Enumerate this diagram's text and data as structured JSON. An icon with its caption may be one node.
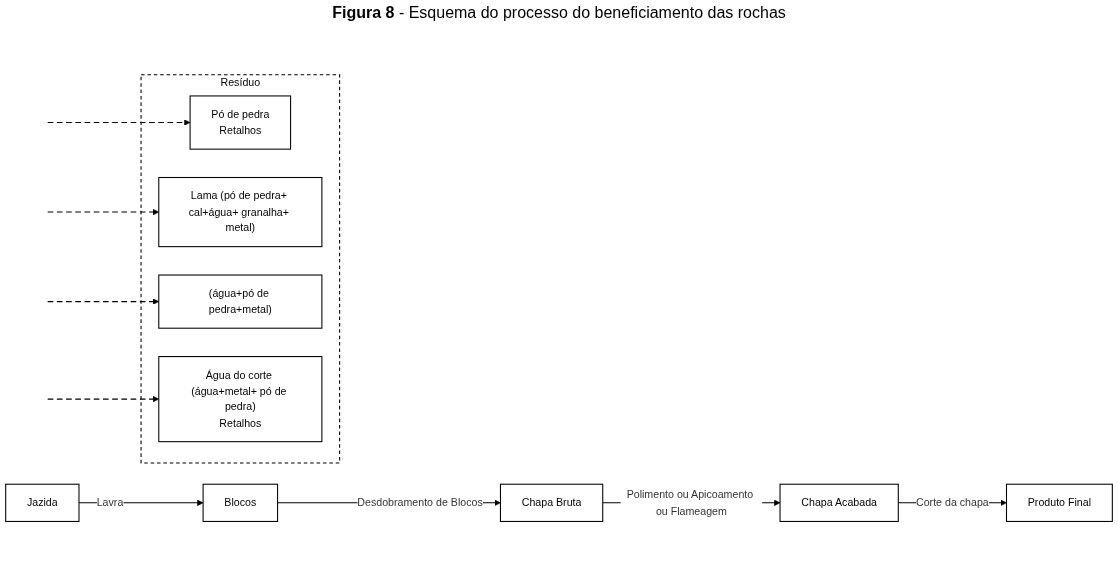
{
  "diagram": {
    "title": "**Figura 8** - Esquema do processo do beneficiamento das rochas",
    "nodes": [
      {
        "text": [
          "Jazida"
        ]
      },
      {
        "text": [
          "Blocos"
        ]
      },
      {
        "text": [
          "Chapa Bruta"
        ]
      },
      {
        "text": [
          "Chapa Acabada"
        ]
      },
      {
        "text": [
          "Produto Final"
        ]
      },
      {
        "text": [
          "Resíduo"
        ]
      },
      {
        "text": [
          "Pó de pedra",
          "Retalhos"
        ],
        "in": 5
      },
      {
        "text": [
          "Lama (pó de pedra+ cal+água+ granalha+ metal)"
        ],
        "in": 5
      },
      {
        "text": [
          "(água+pó de pedra+metal)"
        ],
        "in": 5
      },
      {
        "text": [
          "Água do corte (água+metal+ pó de pedra)",
          "Retalhos"
        ],
        "in": 5
      }
    ],
    "edges": [
      {
        "from": 0,
        "to": 1,
        "arrow": "to",
        "label": "Lavra"
      },
      {
        "from": 1,
        "to": 2,
        "arrow": "to",
        "label": "Desdobramento de Blocos"
      },
      {
        "from": 2,
        "to": 3,
        "arrow": "to",
        "label": "Polimento ou Apicoamento ou Flameagem"
      },
      {
        "from": 3,
        "to": 4,
        "arrow": "to",
        "label": "Corte da chapa"
      },
      {
        "from": null,
        "to": 6,
        "arrow": "to",
        "style": "dashed"
      },
      {
        "from": null,
        "to": 7,
        "arrow": "to",
        "style": "dashed"
      },
      {
        "from": null,
        "to": 8,
        "arrow": "to",
        "style": "dashed"
      },
      {
        "from": null,
        "to": 9,
        "arrow": "to",
        "style": "dashed"
      }
    ]
  }
}
